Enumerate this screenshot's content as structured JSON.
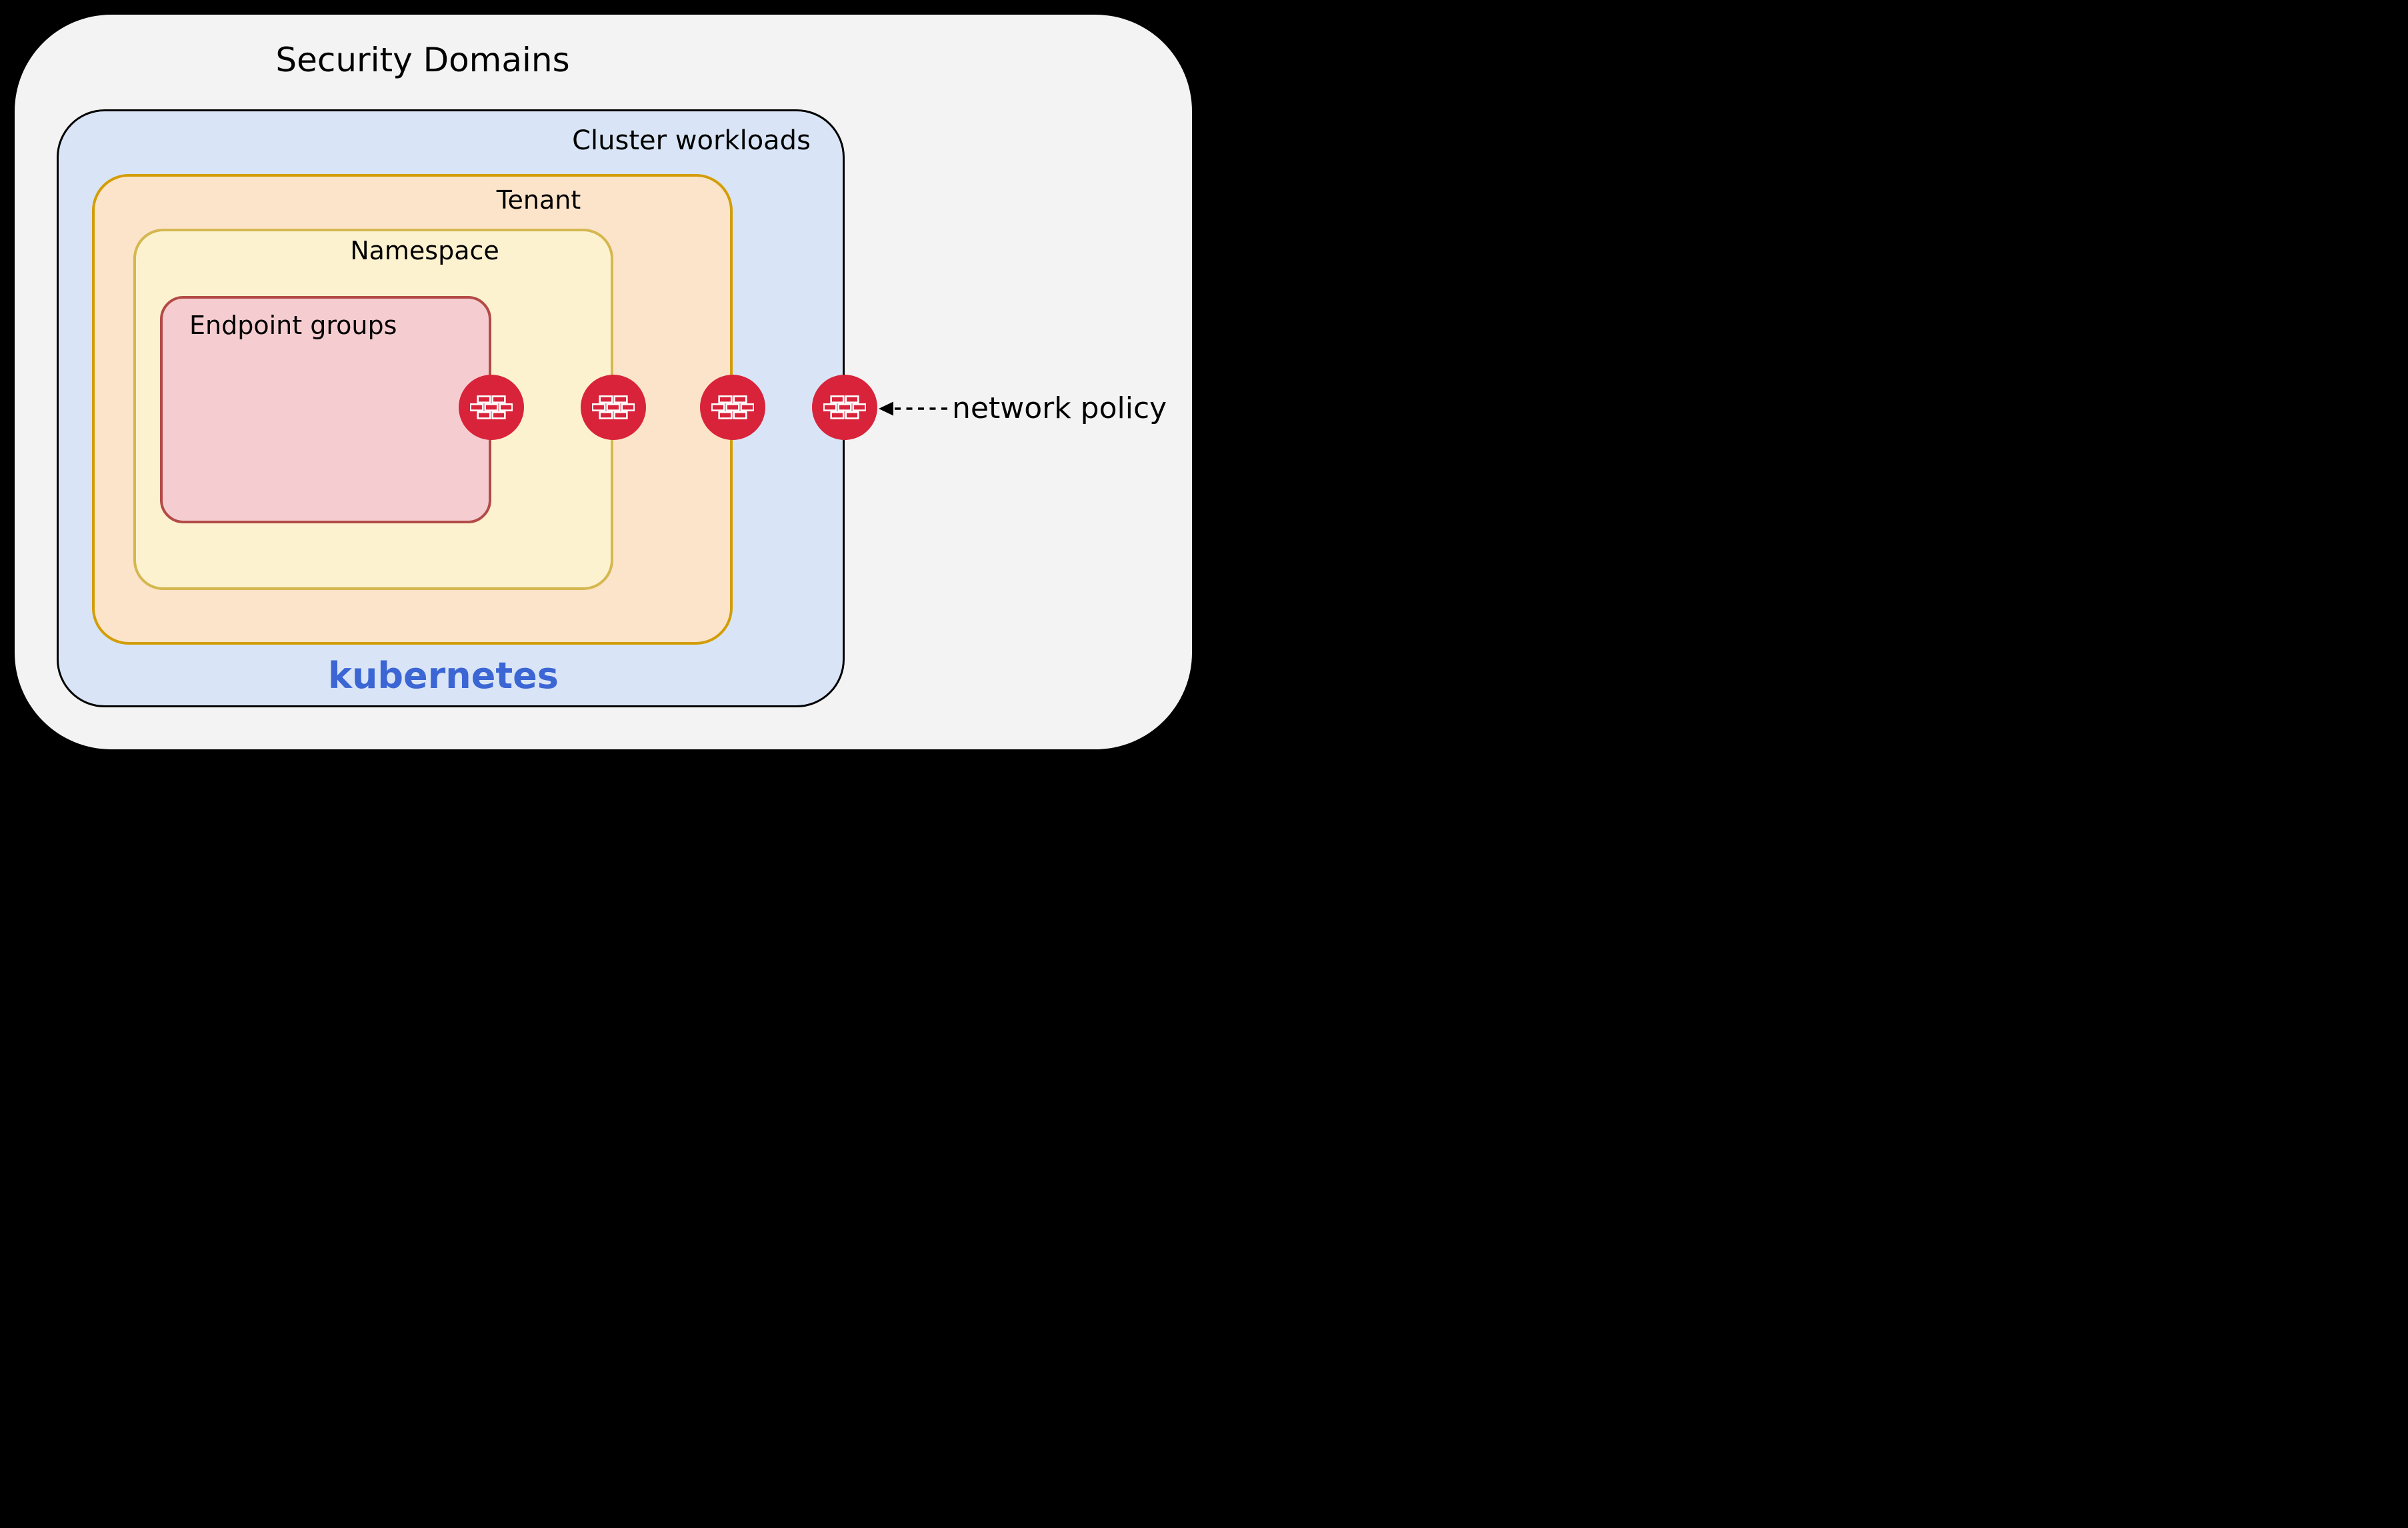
{
  "title": "Security Domains",
  "layers": {
    "cluster": {
      "label": "Cluster workloads",
      "platform_label": "kubernetes"
    },
    "tenant": {
      "label": "Tenant"
    },
    "namespace": {
      "label": "Namespace"
    },
    "endpoint_groups": {
      "label": "Endpoint groups"
    }
  },
  "network_policy": {
    "label": "network policy",
    "firewall_count": 4,
    "icon": "firewall-bricks"
  },
  "colors": {
    "page-bg": "#000000",
    "panel-bg": "#f3f3f3",
    "cluster-fill": "#d9e5f7",
    "cluster-border": "#000000",
    "tenant-fill": "#fce4cb",
    "tenant-border": "#d39d06",
    "namespace-fill": "#fdf2d0",
    "namespace-border": "#d4b74f",
    "endpoint-fill": "#f5cdd1",
    "endpoint-border": "#b34b47",
    "firewall-red": "#d8233a",
    "kubernetes-blue": "#3c66d4",
    "text": "#000000"
  }
}
